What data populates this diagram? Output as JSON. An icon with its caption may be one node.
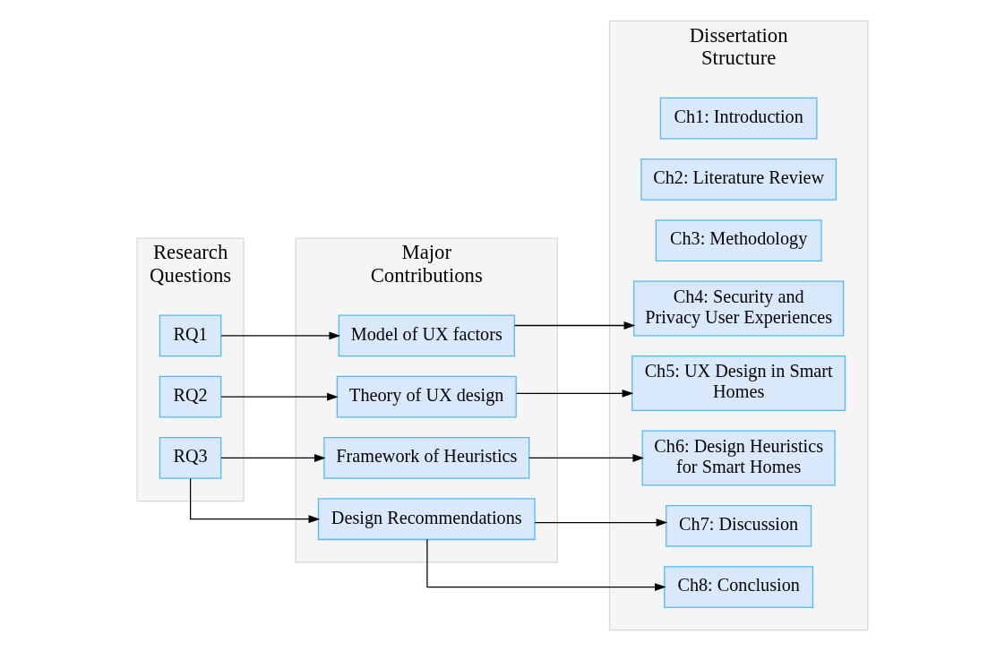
{
  "diagram": {
    "nodes": [
      {
        "text": [
          "Research Questions"
        ]
      },
      {
        "text": [
          "RQ1"
        ],
        "in": 0
      },
      {
        "text": [
          "RQ2"
        ],
        "in": 0
      },
      {
        "text": [
          "RQ3"
        ],
        "in": 0
      },
      {
        "text": [
          "Major Contributions"
        ]
      },
      {
        "text": [
          "Model of UX factors"
        ],
        "in": 4
      },
      {
        "text": [
          "Theory of UX design"
        ],
        "in": 4
      },
      {
        "text": [
          "Framework of Heuristics"
        ],
        "in": 4
      },
      {
        "text": [
          "Design Recommendations"
        ],
        "in": 4
      },
      {
        "text": [
          "Dissertation Structure"
        ]
      },
      {
        "text": [
          "Ch1: Introduction"
        ],
        "in": 9
      },
      {
        "text": [
          "Ch2: Literature Review"
        ],
        "in": 9
      },
      {
        "text": [
          "Ch3: Methodology"
        ],
        "in": 9
      },
      {
        "text": [
          "Ch4: Security and Privacy User Experiences"
        ],
        "in": 9
      },
      {
        "text": [
          "Ch5: UX Design in Smart Homes"
        ],
        "in": 9
      },
      {
        "text": [
          "Ch6: Design Heuristics for Smart Homes"
        ],
        "in": 9
      },
      {
        "text": [
          "Ch7: Discussion"
        ],
        "in": 9
      },
      {
        "text": [
          "Ch8: Conclusion"
        ],
        "in": 9
      }
    ],
    "edges": [
      {
        "from": 1,
        "to": 5,
        "arrow": "to"
      },
      {
        "from": 5,
        "to": 13,
        "arrow": "to"
      },
      {
        "from": 2,
        "to": 6,
        "arrow": "to"
      },
      {
        "from": 6,
        "to": 14,
        "arrow": "to"
      },
      {
        "from": 3,
        "to": 7,
        "arrow": "to"
      },
      {
        "from": 3,
        "to": 8,
        "arrow": "to"
      },
      {
        "from": 7,
        "to": 15,
        "arrow": "to"
      },
      {
        "from": 8,
        "to": 16,
        "arrow": "to"
      },
      {
        "from": 8,
        "to": 17,
        "arrow": "to"
      }
    ]
  }
}
